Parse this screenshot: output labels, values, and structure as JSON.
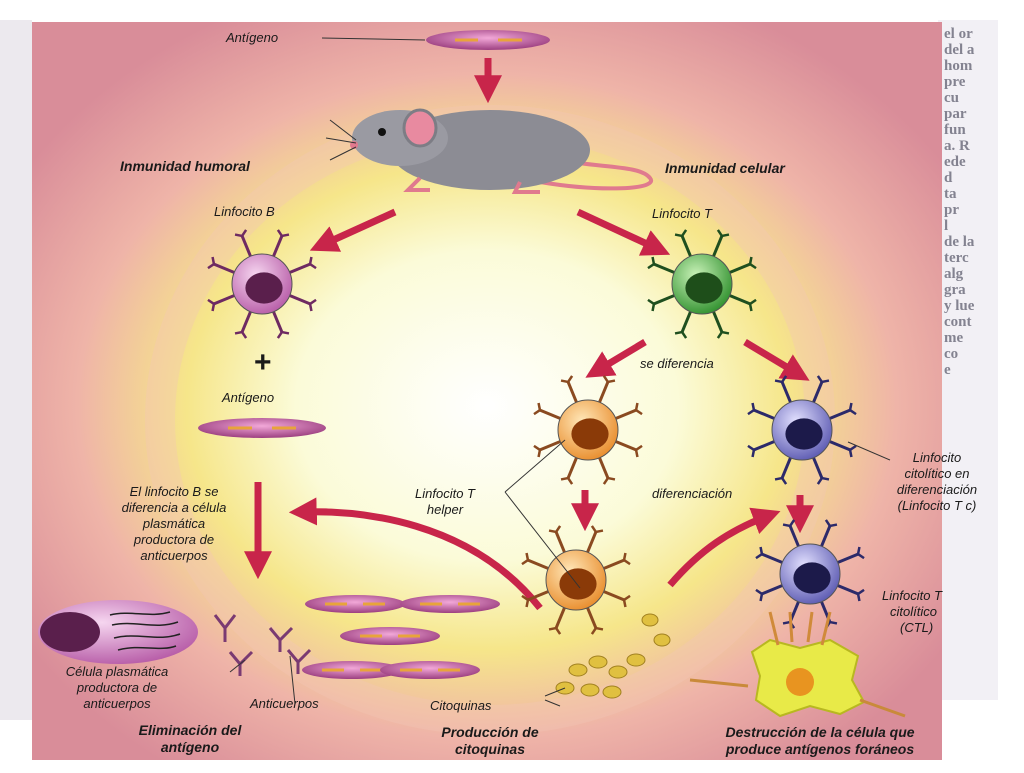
{
  "labels": {
    "antigen_top": "Antígeno",
    "humoral": "Inmunidad humoral",
    "cellular": "Inmunidad celular",
    "lymph_b": "Linfocito B",
    "lymph_t": "Linfocito T",
    "plus": "+",
    "antigen_mid": "Antígeno",
    "differentiates": "se diferencia",
    "b_diff_1": "El linfocito B se",
    "b_diff_2": "diferencia a célula",
    "b_diff_3": "plasmática",
    "b_diff_4": "productora de",
    "b_diff_5": "anticuerpos",
    "t_helper_1": "Linfocito T",
    "t_helper_2": "helper",
    "differentiation": "diferenciación",
    "tc_1": "Linfocito",
    "tc_2": "citolítico  en",
    "tc_3": "diferenciación",
    "tc_4": "(Linfocito T c)",
    "ctl_1": "Linfocito T",
    "ctl_2": "citolítico",
    "ctl_3": "(CTL)",
    "plasma_1": "Célula plasmática",
    "plasma_2": "productora de",
    "plasma_3": "anticuerpos",
    "antibodies": "Anticuerpos",
    "cytokines": "Citoquinas",
    "elim_1": "Eliminación del",
    "elim_2": "antígeno",
    "prod_1": "Producción de",
    "prod_2": "citoquinas",
    "dest_1": "Destrucción de la célula que",
    "dest_2": "produce antígenos foráneos"
  },
  "colors": {
    "b_cell": "#c77ab8",
    "t_cell": "#3fa83c",
    "helper": "#f0a040",
    "cytotoxic": "#6a6abf",
    "antigen": "#b34a8f",
    "arrow": "#c8254a",
    "target": "#e8ea48"
  }
}
